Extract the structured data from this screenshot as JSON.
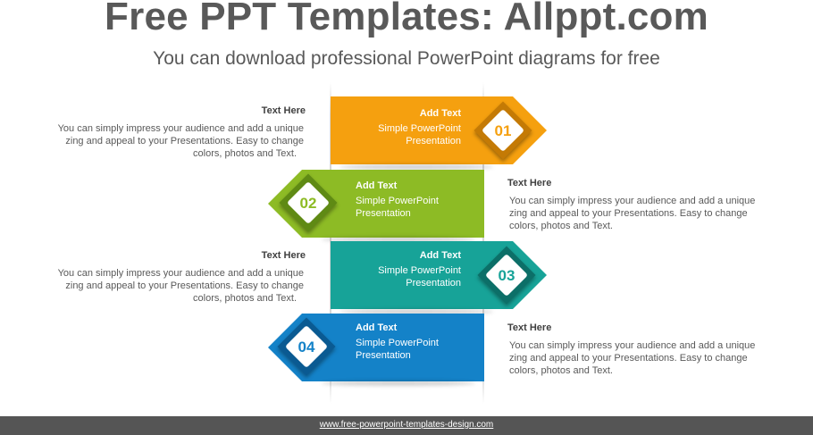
{
  "header": {
    "title": "Free PPT Templates: Allppt.com",
    "subtitle": "You can download professional PowerPoint diagrams for free"
  },
  "steps": [
    {
      "number": "01",
      "color": "#F5A00F",
      "dark": "#C47A05",
      "label": "Add Text",
      "sub1": "Simple PowerPoint",
      "sub2": "Presentation",
      "desc_title": "Text Here",
      "desc1": "You can simply impress your audience and add a unique",
      "desc2": "zing and appeal to your Presentations. Easy to change",
      "desc3": "colors, photos and Text."
    },
    {
      "number": "02",
      "color": "#8DBB25",
      "dark": "#5F8A14",
      "label": "Add Text",
      "sub1": "Simple PowerPoint",
      "sub2": "Presentation",
      "desc_title": "Text Here",
      "desc1": "You can simply impress your audience and add a unique",
      "desc2": "zing and appeal to your Presentations. Easy to change",
      "desc3": "colors, photos and Text."
    },
    {
      "number": "03",
      "color": "#17A398",
      "dark": "#0C6F68",
      "label": "Add Text",
      "sub1": "Simple PowerPoint",
      "sub2": "Presentation",
      "desc_title": "Text Here",
      "desc1": "You can simply impress your audience and add a unique",
      "desc2": "zing and appeal to your Presentations. Easy to change",
      "desc3": "colors, photos and Text."
    },
    {
      "number": "04",
      "color": "#1482C8",
      "dark": "#0A5A92",
      "label": "Add Text",
      "sub1": "Simple PowerPoint",
      "sub2": "Presentation",
      "desc_title": "Text Here",
      "desc1": "You can simply impress your audience and add a unique",
      "desc2": "zing and appeal to your Presentations. Easy to change",
      "desc3": "colors, photos and Text."
    }
  ],
  "footer": {
    "url": "www.free-powerpoint-templates-design.com"
  }
}
